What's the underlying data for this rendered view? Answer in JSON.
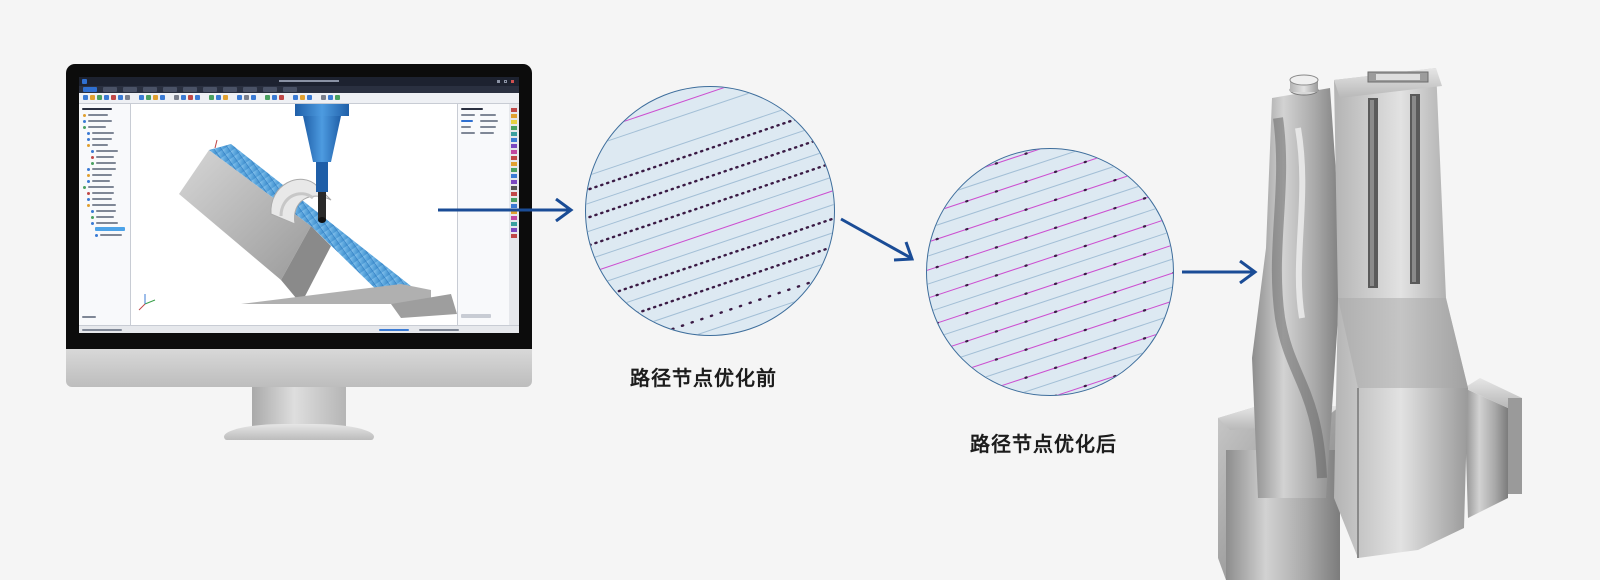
{
  "captions": {
    "before": "路径节点优化前",
    "after": "路径节点优化后"
  },
  "icons": {
    "arrows": "arrow-right-icon",
    "monitor": "monitor-icon",
    "cnc_tool": "cnc-tool-icon",
    "machined_part": "machined-part-photo"
  },
  "colors": {
    "background": "#f5f5f5",
    "arrow": "#1a4c96",
    "circle_border": "#3e6e9c",
    "circle_fill": "#dde9f2",
    "toolpath_blue": "#9ab6cf",
    "toolpath_magenta": "#cc4fd0",
    "node_dots": "#3a1a44",
    "model_surface": "#5ea8de",
    "tool_blue": "#2f78c4"
  }
}
